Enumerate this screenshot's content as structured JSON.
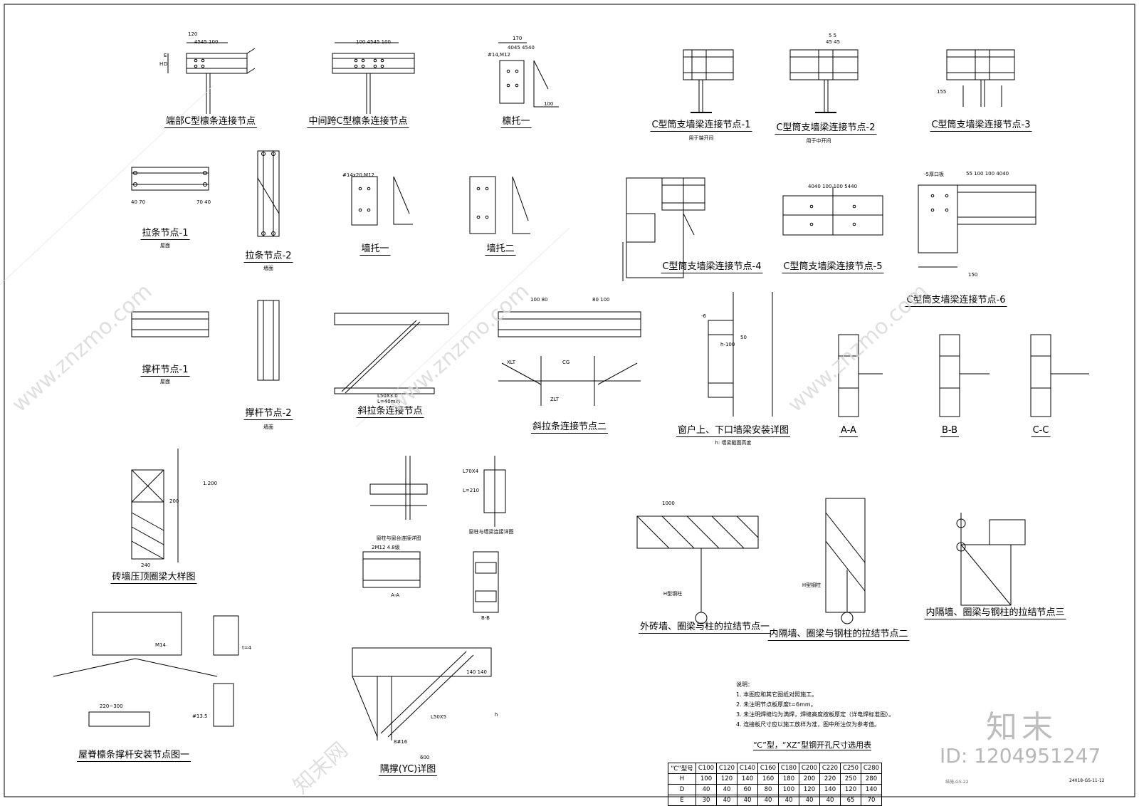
{
  "detail_titles": [
    {
      "id": "t1",
      "text": "端部C型檩条连接节点"
    },
    {
      "id": "t2",
      "text": "中间跨C型檩条连接节点"
    },
    {
      "id": "t3",
      "text": "檩托一"
    },
    {
      "id": "t4",
      "text": "C型筒支墙梁连接节点-1"
    },
    {
      "id": "t5",
      "text": "C型筒支墙梁连接节点-2"
    },
    {
      "id": "t6",
      "text": "C型筒支墙梁连接节点-3"
    },
    {
      "id": "t7",
      "text": "拉条节点-1"
    },
    {
      "id": "t8",
      "text": "拉条节点-2"
    },
    {
      "id": "t9",
      "text": "墙托一"
    },
    {
      "id": "t10",
      "text": "墙托二"
    },
    {
      "id": "t11",
      "text": "C型筒支墙梁连接节点-4"
    },
    {
      "id": "t12",
      "text": "C型筒支墙梁连接节点-5"
    },
    {
      "id": "t13",
      "text": "C型筒支墙梁连接节点-6"
    },
    {
      "id": "t14",
      "text": "撑杆节点-1"
    },
    {
      "id": "t15",
      "text": "撑杆节点-2"
    },
    {
      "id": "t16",
      "text": "斜拉条连接节点"
    },
    {
      "id": "t17",
      "text": "斜拉条连接节点二"
    },
    {
      "id": "t18",
      "text": "窗户上、下口墙梁安装详图"
    },
    {
      "id": "t19",
      "text": "A-A"
    },
    {
      "id": "t20",
      "text": "B-B"
    },
    {
      "id": "t21",
      "text": "C-C"
    },
    {
      "id": "t22",
      "text": "砖墙压顶圈梁大样图"
    },
    {
      "id": "t23",
      "text": "外砖墙、圈梁与柱的拉结节点一"
    },
    {
      "id": "t24",
      "text": "内隔墙、圈梁与钢柱的拉结节点二"
    },
    {
      "id": "t25",
      "text": "内隔墙、圈梁与钢柱的拉结节点三"
    },
    {
      "id": "t26",
      "text": "屋脊檩条撑杆安装节点图一"
    },
    {
      "id": "t27",
      "text": "隅撑(YC)详图"
    }
  ],
  "sub_labels": [
    {
      "id": "s1",
      "text": "屋面"
    },
    {
      "id": "s2",
      "text": "墙面"
    },
    {
      "id": "s3",
      "text": "屋面"
    },
    {
      "id": "s4",
      "text": "墙面"
    },
    {
      "id": "s5",
      "text": "用于端开间"
    },
    {
      "id": "s6",
      "text": "用于中开间"
    },
    {
      "id": "s7",
      "text": "h: 墙梁截面高度"
    },
    {
      "id": "s8",
      "text": "窗柱与窗台连接详图"
    },
    {
      "id": "s9",
      "text": "窗柱与墙梁连接详图"
    },
    {
      "id": "s10",
      "text": "A-A"
    },
    {
      "id": "s11",
      "text": "B-B"
    },
    {
      "id": "s12",
      "text": "H型钢柱"
    },
    {
      "id": "s13",
      "text": "H型钢柱"
    }
  ],
  "dimensions": [
    {
      "id": "d1",
      "text": "120"
    },
    {
      "id": "d2",
      "text": "4545 100"
    },
    {
      "id": "d3",
      "text": "100 4545 100"
    },
    {
      "id": "d4",
      "text": "170"
    },
    {
      "id": "d5",
      "text": "4045 4540"
    },
    {
      "id": "d6",
      "text": "#14,M12"
    },
    {
      "id": "d7",
      "text": "100"
    },
    {
      "id": "d8",
      "text": "5 5"
    },
    {
      "id": "d9",
      "text": "45 45"
    },
    {
      "id": "d10",
      "text": "155"
    },
    {
      "id": "d11",
      "text": "40 70"
    },
    {
      "id": "d12",
      "text": "70 40"
    },
    {
      "id": "d13",
      "text": "#14x20,M12"
    },
    {
      "id": "d14",
      "text": "L=40mm"
    },
    {
      "id": "d15",
      "text": "L50X3.0"
    },
    {
      "id": "d16",
      "text": "100 80"
    },
    {
      "id": "d17",
      "text": "80 100"
    },
    {
      "id": "d18",
      "text": "XLT"
    },
    {
      "id": "d19",
      "text": "CG"
    },
    {
      "id": "d20",
      "text": "ZLT"
    },
    {
      "id": "d21",
      "text": "h-100"
    },
    {
      "id": "d22",
      "text": "50"
    },
    {
      "id": "d23",
      "text": "-6"
    },
    {
      "id": "d24",
      "text": "1.200"
    },
    {
      "id": "d25",
      "text": "200"
    },
    {
      "id": "d26",
      "text": "240"
    },
    {
      "id": "d27",
      "text": "1000"
    },
    {
      "id": "d28",
      "text": "150"
    },
    {
      "id": "d29",
      "text": "220~300"
    },
    {
      "id": "d30",
      "text": "600"
    },
    {
      "id": "d31",
      "text": "L50X5"
    },
    {
      "id": "d32",
      "text": "M14"
    },
    {
      "id": "d33",
      "text": "t=4"
    },
    {
      "id": "d34",
      "text": "#13.5"
    },
    {
      "id": "d35",
      "text": "2M12 4.8级"
    },
    {
      "id": "d36",
      "text": "L70X4"
    },
    {
      "id": "d37",
      "text": "L=210"
    },
    {
      "id": "d38",
      "text": "H"
    },
    {
      "id": "d39",
      "text": "E"
    },
    {
      "id": "d40",
      "text": "D"
    },
    {
      "id": "d41",
      "text": "55 100 100 4040"
    },
    {
      "id": "d42",
      "text": "4040 100 100 5440"
    },
    {
      "id": "d43",
      "text": "-5厚口板"
    },
    {
      "id": "d44",
      "text": "8#16"
    },
    {
      "id": "d45",
      "text": "140 140"
    },
    {
      "id": "d46",
      "text": "h"
    }
  ],
  "notes": {
    "heading": "说明：",
    "items": [
      "1. 本图应和其它图纸对照施工。",
      "2. 未注明节点板厚度t=6mm。",
      "3. 未注明焊缝均为满焊，焊缝高度按板厚定（详电焊标准图）。",
      "4. 连接板尺寸应以施工放样为准，图中所注仅为参考值。"
    ]
  },
  "size_table": {
    "title": "“C”型，“XZ”型钢开孔尺寸选用表",
    "header": [
      "“C”型号",
      "C100",
      "C120",
      "C140",
      "C160",
      "C180",
      "C200",
      "C220",
      "C250",
      "C280"
    ],
    "rows": [
      [
        "H",
        "100",
        "120",
        "140",
        "160",
        "180",
        "200",
        "220",
        "250",
        "280"
      ],
      [
        "D",
        "40",
        "40",
        "60",
        "80",
        "100",
        "120",
        "140",
        "120",
        "140"
      ],
      [
        "E",
        "30",
        "40",
        "40",
        "40",
        "40",
        "40",
        "40",
        "65",
        "70"
      ]
    ]
  },
  "watermark": {
    "logo": "知末",
    "id": "ID: 1204951247",
    "site": "www.znzmo.com",
    "cn": "知末网"
  },
  "sheet_number": "24018-GS-11-12",
  "sheet_number2": "结施-GS-22"
}
